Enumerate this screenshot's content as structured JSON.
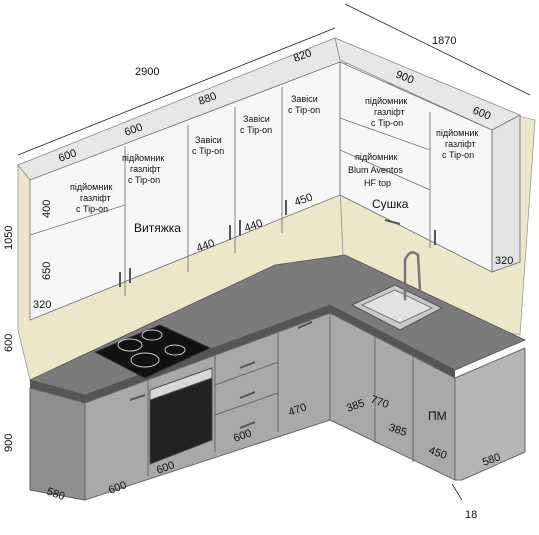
{
  "overall": {
    "left_length": "2900",
    "right_length": "1870"
  },
  "heights": {
    "upper": "1050",
    "gap": "600",
    "lower": "900"
  },
  "upper_widths": [
    "600",
    "600",
    "880",
    "820",
    "900",
    "600"
  ],
  "upper_cabinets": {
    "c1_label": [
      "підйомник",
      "газліфт",
      "с Tip-on"
    ],
    "c1_top": "400",
    "c1_bottom": "650",
    "c1_depth": "320",
    "c2_label": [
      "підйомник",
      "газліфт",
      "с Tip-on"
    ],
    "hood": "Витяжка",
    "c3_label": [
      "Завіси",
      "с Tip-on"
    ],
    "c3_w": "440",
    "c4_label": [
      "Завіси",
      "с Tip-on"
    ],
    "c4_w": "440",
    "c5_label": [
      "Завіси",
      "с Tip-on"
    ],
    "c5_h": "450",
    "c6_label": [
      "підйомник",
      "газліфт",
      "с Tip-on"
    ],
    "c6_lift": [
      "підйомник",
      "Blum Aventos",
      "HF top"
    ],
    "dryer": "Сушка",
    "c7_label": [
      "підйомник",
      "газліфт",
      "с Tip-on"
    ],
    "c7_depth": "320"
  },
  "lower_cabinets": {
    "depth_left": "580",
    "w1": "600",
    "oven_w": "600",
    "drawers_w": "600",
    "w4": "470",
    "corner1": "385",
    "corner2": "385",
    "corner_total": "770",
    "dishwasher": "ПМ",
    "w_last": "450",
    "depth_right": "580",
    "panel": "18"
  }
}
